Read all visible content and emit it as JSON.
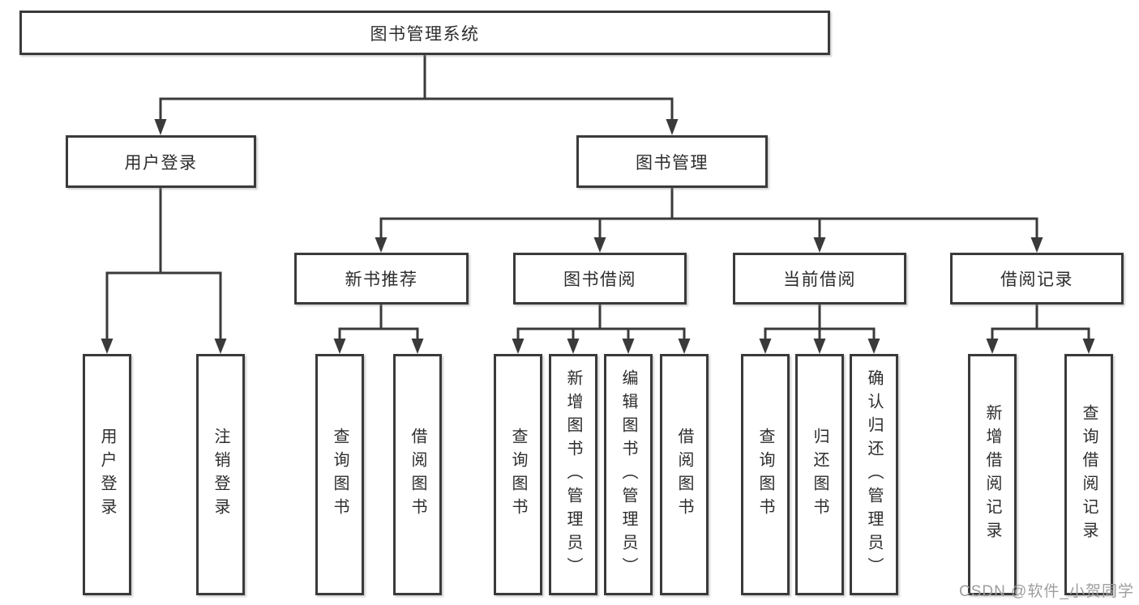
{
  "nodes": {
    "root": "图书管理系统",
    "user_login": "用户登录",
    "book_management": "图书管理",
    "new_book_recommend": "新书推荐",
    "book_borrow": "图书借阅",
    "current_borrow": "当前借阅",
    "borrow_records": "借阅记录"
  },
  "leaves": {
    "user_login": [
      "用户登录",
      "注销登录"
    ],
    "new_book_recommend": [
      "查询图书",
      "借阅图书"
    ],
    "book_borrow": [
      "查询图书",
      "新增图书（管理员）",
      "编辑图书（管理员）",
      "借阅图书"
    ],
    "current_borrow": [
      "查询图书",
      "归还图书",
      "确认归还（管理员）"
    ],
    "borrow_records": [
      "新增借阅记录",
      "查询借阅记录"
    ]
  },
  "watermark": "CSDN @软件_小贺同学",
  "colors": {
    "line": "#3a3a3a",
    "text": "#2d2d2d",
    "watermark": "#9e9e9e",
    "background": "#ffffff"
  }
}
